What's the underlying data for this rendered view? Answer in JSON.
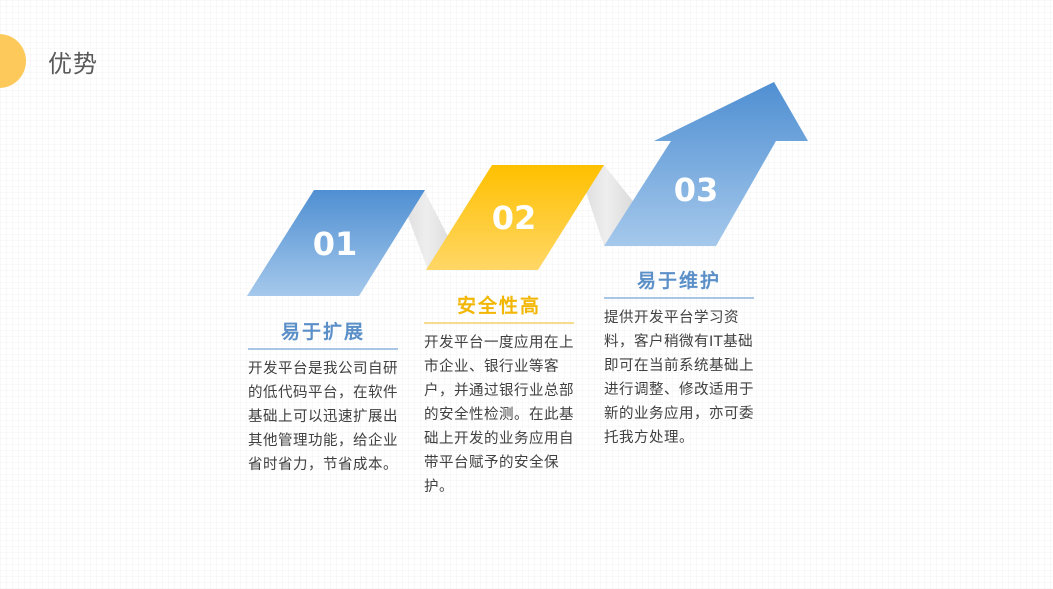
{
  "page": {
    "title": "优势"
  },
  "colors": {
    "blue": "#5b97d3",
    "yellow": "#ffc000",
    "accent_circle": "#fcc95a"
  },
  "steps": [
    {
      "num": "01",
      "title": "易于扩展",
      "desc": "开发平台是我公司自研的低代码平台，在软件基础上可以迅速扩展出其他管理功能，给企业省时省力，节省成本。"
    },
    {
      "num": "02",
      "title": "安全性高",
      "desc": "开发平台一度应用在上市企业、银行业等客户，并通过银行业总部的安全性检测。在此基础上开发的业务应用自带平台赋予的安全保护。"
    },
    {
      "num": "03",
      "title": "易于维护",
      "desc": "提供开发平台学习资料，客户稍微有IT基础即可在当前系统基础上进行调整、修改适用于新的业务应用，亦可委托我方处理。"
    }
  ]
}
